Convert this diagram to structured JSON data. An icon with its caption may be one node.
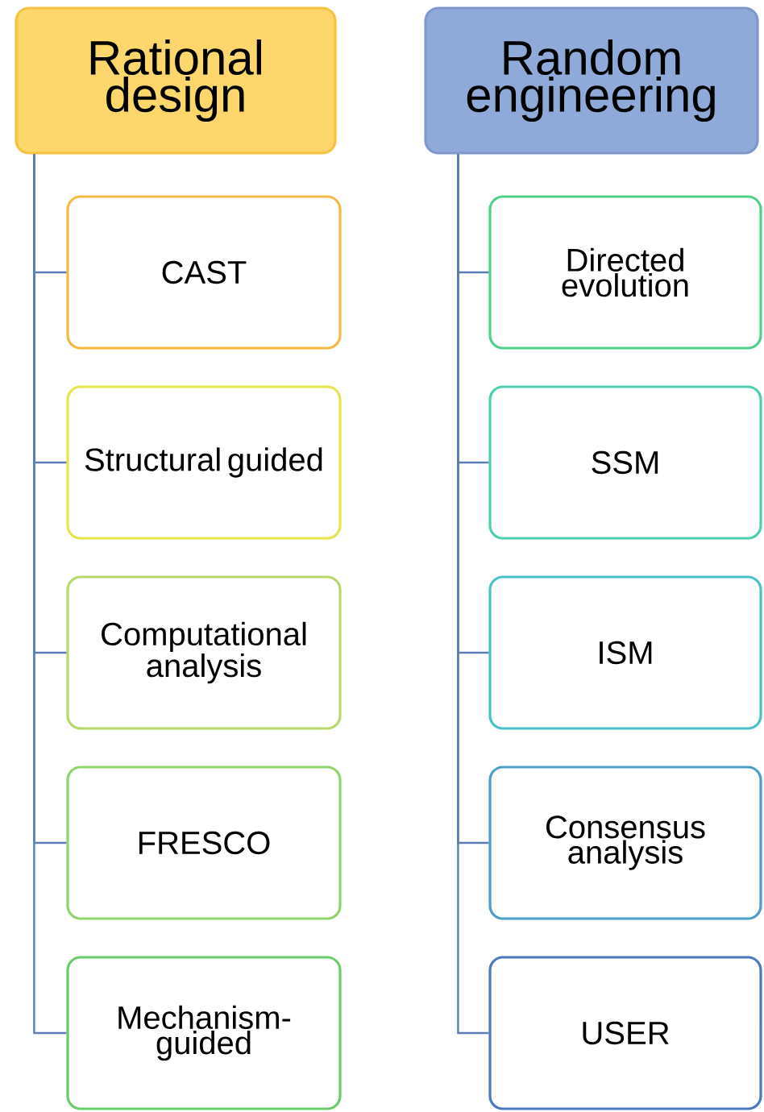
{
  "diagram": {
    "nodes": [
      {
        "text": [
          "Rational design"
        ]
      },
      {
        "text": [
          "CAST"
        ]
      },
      {
        "text": [
          "Structural guided"
        ]
      },
      {
        "text": [
          "Computational analysis"
        ]
      },
      {
        "text": [
          "FRESCO"
        ]
      },
      {
        "text": [
          "Mechanism-guided"
        ]
      },
      {
        "text": [
          "Random engineering"
        ]
      },
      {
        "text": [
          "Directed evolution"
        ]
      },
      {
        "text": [
          "SSM"
        ]
      },
      {
        "text": [
          "ISM"
        ]
      },
      {
        "text": [
          "Consensus analysis"
        ]
      },
      {
        "text": [
          "USER"
        ]
      }
    ],
    "edges": [
      {
        "from": 0,
        "to": 1,
        "arrow": "none"
      },
      {
        "from": 0,
        "to": 2,
        "arrow": "none"
      },
      {
        "from": 0,
        "to": 3,
        "arrow": "none"
      },
      {
        "from": 0,
        "to": 4,
        "arrow": "none"
      },
      {
        "from": 0,
        "to": 5,
        "arrow": "none"
      },
      {
        "from": 6,
        "to": 7,
        "arrow": "none"
      },
      {
        "from": 6,
        "to": 8,
        "arrow": "none"
      },
      {
        "from": 6,
        "to": 9,
        "arrow": "none"
      },
      {
        "from": 6,
        "to": 10,
        "arrow": "none"
      },
      {
        "from": 6,
        "to": 11,
        "arrow": "none"
      }
    ]
  }
}
